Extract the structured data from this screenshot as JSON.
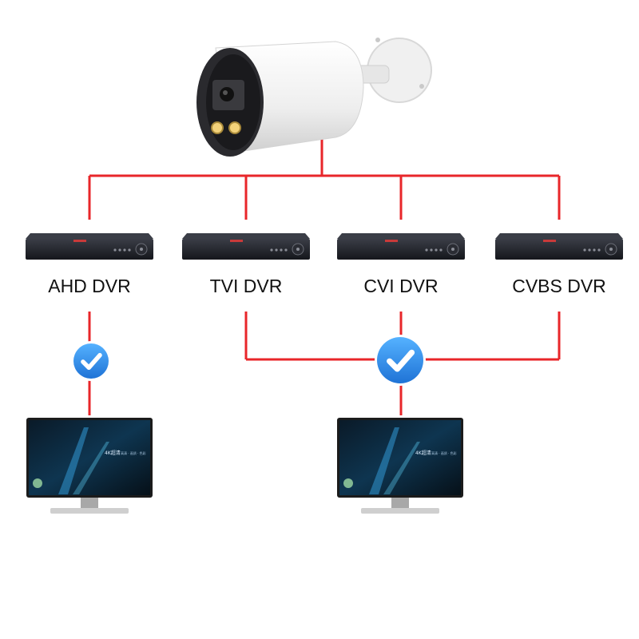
{
  "colors": {
    "line": "#e8262a",
    "check_fill": "#2f8ff0",
    "check_mark": "#ffffff",
    "dvr_body": "#1f2128",
    "camera_body": "#f4f4f4"
  },
  "dvrs": [
    {
      "label": "AHD DVR"
    },
    {
      "label": "TVI DVR"
    },
    {
      "label": "CVI DVR"
    },
    {
      "label": "CVBS DVR"
    }
  ],
  "monitors": [
    {
      "screen_text": "4K超清",
      "screen_subtext": "高清 · 画质 · 色彩"
    },
    {
      "screen_text": "4K超清",
      "screen_subtext": "高清 · 画质 · 色彩"
    }
  ],
  "icons": {
    "camera": "bullet-camera-icon",
    "dvr": "dvr-recorder-icon",
    "check": "check-badge-icon",
    "monitor": "monitor-icon"
  }
}
